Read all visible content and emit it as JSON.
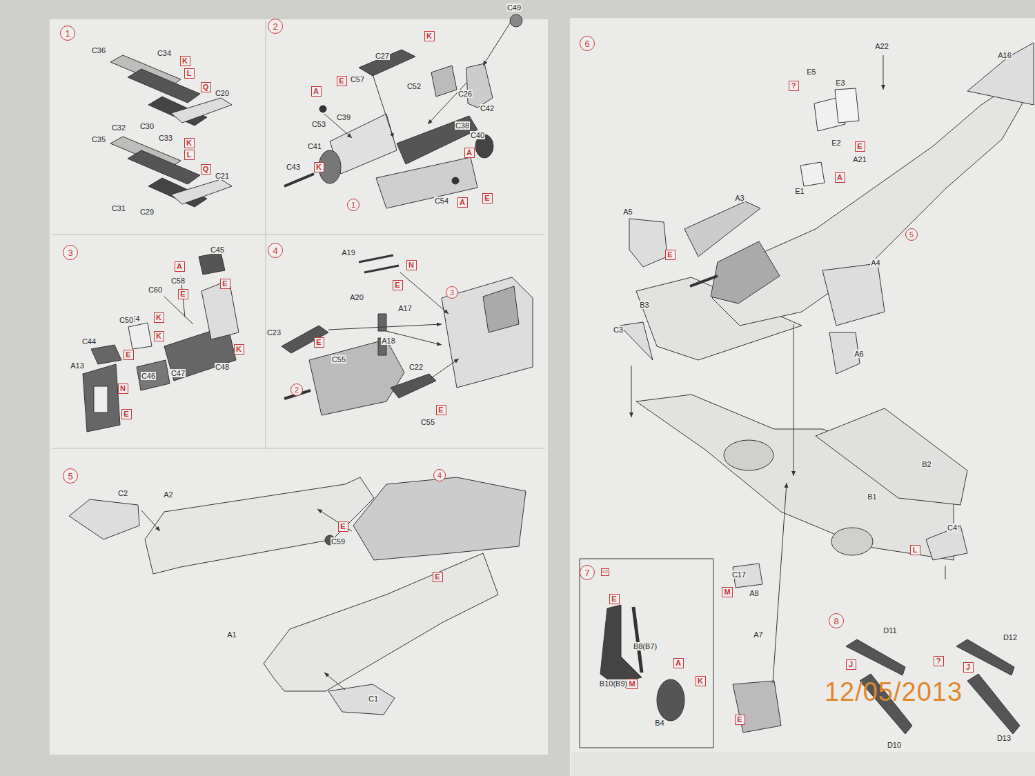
{
  "diagram": {
    "nodes": [
      {
        "text": [
          "1"
        ]
      },
      {
        "text": [
          "K"
        ]
      },
      {
        "text": [
          "L"
        ]
      },
      {
        "text": [
          "Q"
        ]
      },
      {
        "text": [
          "K"
        ]
      },
      {
        "text": [
          "L"
        ]
      },
      {
        "text": [
          "Q"
        ]
      },
      {
        "text": [
          "2"
        ]
      },
      {
        "text": [
          "K"
        ]
      },
      {
        "text": [
          "E"
        ]
      },
      {
        "text": [
          "A"
        ]
      },
      {
        "text": [
          "A"
        ]
      },
      {
        "text": [
          "K"
        ]
      },
      {
        "text": [
          "1"
        ]
      },
      {
        "text": [
          "A"
        ]
      },
      {
        "text": [
          "E"
        ]
      },
      {
        "text": [
          "3"
        ]
      },
      {
        "text": [
          "A"
        ]
      },
      {
        "text": [
          "E"
        ]
      },
      {
        "text": [
          "E"
        ]
      },
      {
        "text": [
          "K"
        ]
      },
      {
        "text": [
          "K"
        ]
      },
      {
        "text": [
          "E"
        ]
      },
      {
        "text": [
          "K"
        ]
      },
      {
        "text": [
          "N"
        ]
      },
      {
        "text": [
          "E"
        ]
      },
      {
        "text": [
          "4"
        ]
      },
      {
        "text": [
          "N"
        ]
      },
      {
        "text": [
          "E"
        ]
      },
      {
        "text": [
          "3"
        ]
      },
      {
        "text": [
          "E"
        ]
      },
      {
        "text": [
          "2"
        ]
      },
      {
        "text": [
          "E"
        ]
      },
      {
        "text": [
          "5"
        ]
      },
      {
        "text": [
          "4"
        ]
      },
      {
        "text": [
          "E"
        ]
      },
      {
        "text": [
          "E"
        ]
      },
      {
        "text": [
          "6"
        ]
      },
      {
        "text": [
          "?"
        ]
      },
      {
        "text": [
          "E"
        ]
      },
      {
        "text": [
          "A"
        ]
      },
      {
        "text": [
          "5"
        ]
      },
      {
        "text": [
          "E"
        ]
      },
      {
        "text": [
          "L"
        ]
      },
      {
        "text": [
          "M"
        ]
      },
      {
        "text": [
          "E"
        ]
      },
      {
        "text": [
          "7"
        ]
      },
      {
        "text": [
          "x2"
        ]
      },
      {
        "text": [
          "E"
        ]
      },
      {
        "text": [
          "M"
        ]
      },
      {
        "text": [
          "A"
        ]
      },
      {
        "text": [
          "K"
        ]
      },
      {
        "text": [
          "8"
        ]
      },
      {
        "text": [
          "J"
        ]
      },
      {
        "text": [
          "?"
        ]
      },
      {
        "text": [
          "J"
        ]
      }
    ],
    "labels": [
      "C36",
      "C34",
      "C20",
      "C32",
      "C30",
      "C35",
      "C33",
      "C21",
      "C31",
      "C29",
      "C49",
      "C27",
      "C57",
      "C52",
      "C26",
      "C53",
      "C39",
      "C42",
      "C38",
      "C40",
      "C41",
      "C43",
      "C54",
      "C45",
      "C58",
      "C60",
      "E4",
      "C50",
      "C44",
      "A13",
      "C46",
      "C47",
      "C48",
      "A19",
      "A20",
      "A17",
      "A18",
      "C23",
      "C55",
      "C22",
      "C55",
      "C2",
      "A2",
      "C59",
      "A1",
      "C1",
      "A22",
      "A16",
      "E5",
      "E3",
      "E2",
      "A21",
      "E1",
      "A5",
      "A3",
      "A4",
      "B3",
      "C3",
      "A6",
      "B2",
      "B1",
      "C4",
      "C17",
      "A8",
      "A7",
      "B8(B7)",
      "B10(B9)",
      "B4",
      "D11",
      "D10",
      "D12",
      "D13",
      "12/05/2013"
    ]
  }
}
